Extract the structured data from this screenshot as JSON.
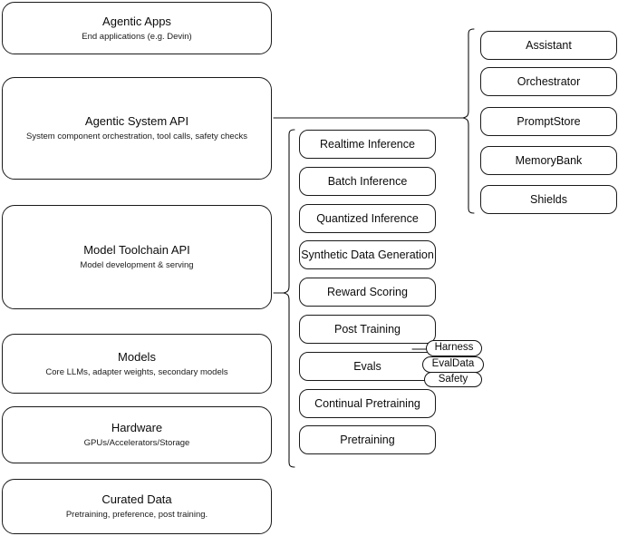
{
  "diagram": {
    "title": "AI stack layer diagram",
    "stroke_color": "#111111",
    "background_color": "#ffffff"
  },
  "left_stack": {
    "name": "platform-layers",
    "items": [
      {
        "id": "agentic-apps",
        "title": "Agentic Apps",
        "subtitle": "End applications (e.g. Devin)"
      },
      {
        "id": "agentic-system-api",
        "title": "Agentic System API",
        "subtitle": "System component orchestration, tool calls, safety checks"
      },
      {
        "id": "model-toolchain-api",
        "title": "Model Toolchain API",
        "subtitle": "Model development & serving"
      },
      {
        "id": "models",
        "title": "Models",
        "subtitle": "Core LLMs, adapter weights, secondary models"
      },
      {
        "id": "hardware",
        "title": "Hardware",
        "subtitle": "GPUs/Accelerators/Storage"
      },
      {
        "id": "curated-data",
        "title": "Curated Data",
        "subtitle": "Pretraining, preference, post training."
      }
    ]
  },
  "middle_column": {
    "name": "model-toolchain-capabilities",
    "source": "Model Toolchain API",
    "items": [
      {
        "id": "realtime-inference",
        "label": "Realtime Inference"
      },
      {
        "id": "batch-inference",
        "label": "Batch Inference"
      },
      {
        "id": "quantized-inference",
        "label": "Quantized Inference"
      },
      {
        "id": "synthetic-data-generation",
        "label": "Synthetic Data Generation"
      },
      {
        "id": "reward-scoring",
        "label": "Reward Scoring"
      },
      {
        "id": "post-training",
        "label": "Post Training"
      },
      {
        "id": "evals",
        "label": "Evals"
      },
      {
        "id": "continual-pretraining",
        "label": "Continual Pretraining"
      },
      {
        "id": "pretraining",
        "label": "Pretraining"
      }
    ]
  },
  "evals_badges": {
    "name": "evals-subcomponents",
    "attached_to": "Evals",
    "items": [
      {
        "id": "harness",
        "label": "Harness"
      },
      {
        "id": "evaldata",
        "label": "EvalData"
      },
      {
        "id": "safety",
        "label": "Safety"
      }
    ]
  },
  "right_column": {
    "name": "agentic-system-components",
    "source": "Agentic System API",
    "items": [
      {
        "id": "assistant",
        "label": "Assistant"
      },
      {
        "id": "orchestrator",
        "label": "Orchestrator"
      },
      {
        "id": "promptstore",
        "label": "PromptStore"
      },
      {
        "id": "memorybank",
        "label": "MemoryBank"
      },
      {
        "id": "shields",
        "label": "Shields"
      }
    ]
  }
}
